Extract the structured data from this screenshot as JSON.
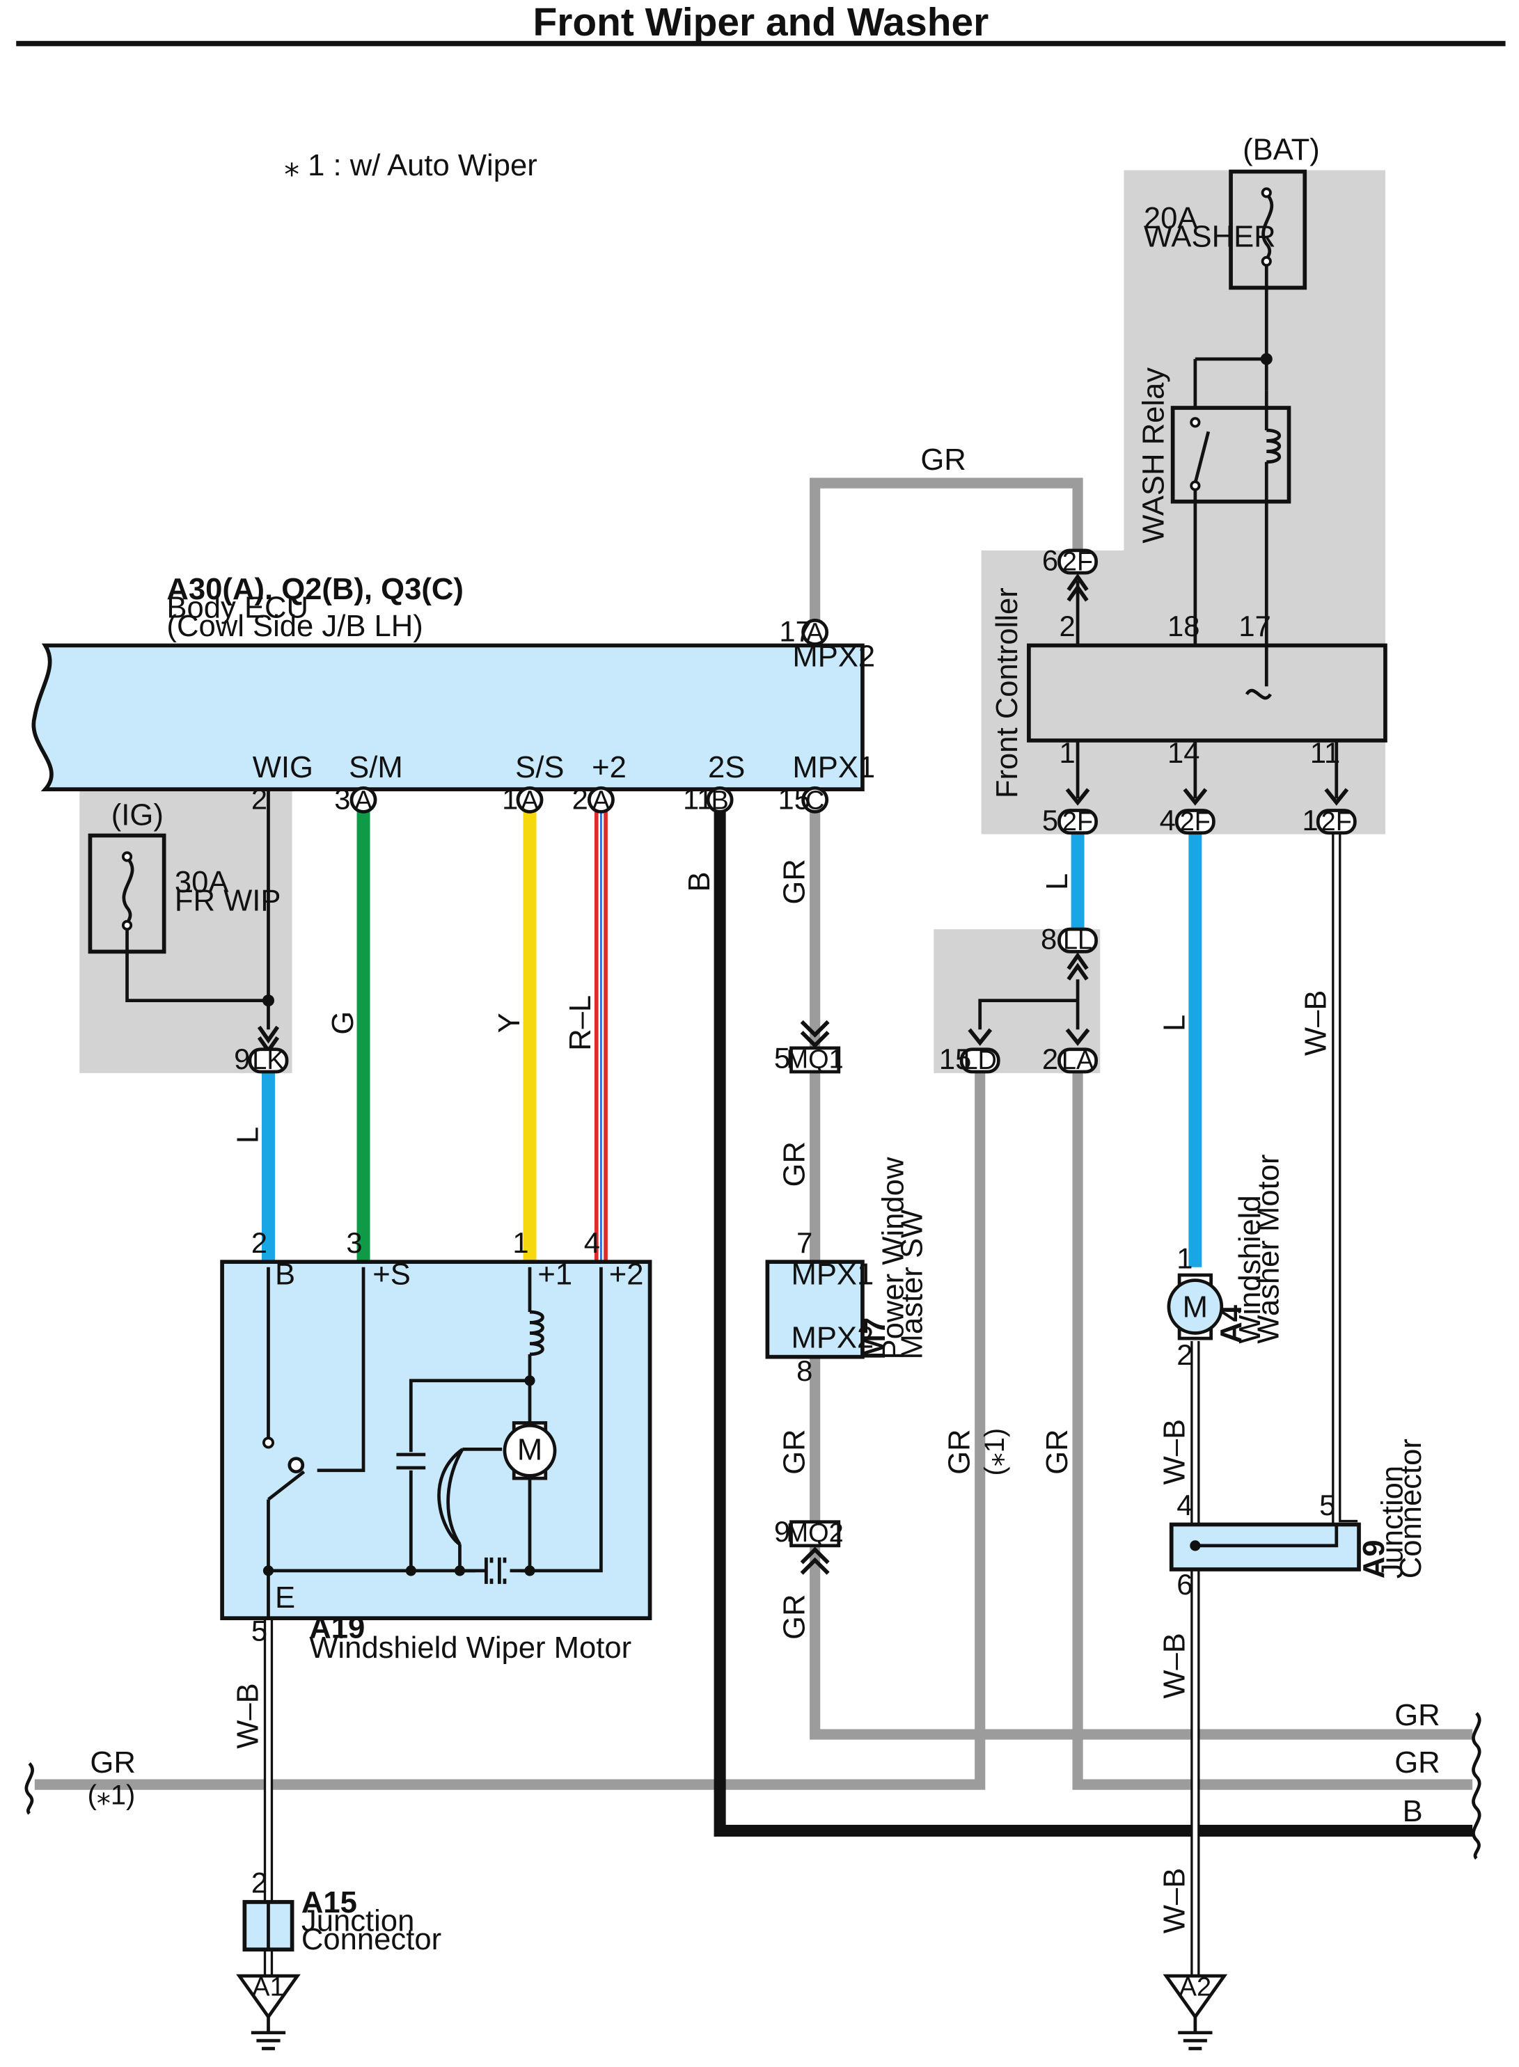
{
  "title": "Front Wiper and Washer",
  "footnote": "⁎ 1 : w/ Auto Wiper",
  "colors": {
    "gray_wire": "#9c9c9c",
    "black_wire": "#111111",
    "blue_wire": "#1aa6e4",
    "green_wire": "#0f9a48",
    "yellow_wire": "#f6d80e",
    "red_wire": "#e02a2a",
    "component_fill": "#c8e9fb",
    "junction_box": "#d3d3d3"
  },
  "power": {
    "bat": "(BAT)",
    "ig": "(IG)",
    "washer_fuse_a": "20A",
    "washer_fuse_b": "WASHER",
    "wip_fuse_a": "30A",
    "wip_fuse_b": "FR WIP"
  },
  "wash_relay": "WASH Relay",
  "front_controller": "Front Controller",
  "body_ecu": {
    "code": "A30(A), Q2(B), Q3(C)",
    "name": "Body ECU",
    "loc": "(Cowl Side J/B LH)",
    "mpx2": "MPX2",
    "terms": {
      "wig": "WIG",
      "sm": "S/M",
      "ss": "S/S",
      "p2": "+2",
      "s2": "2S",
      "mpx1": "MPX1"
    }
  },
  "pins": {
    "ecu_17": "17",
    "ecu_17_c": "A",
    "ecu_2": "2",
    "ecu_3": "3",
    "ecu_3_c": "A",
    "ecu_1": "1",
    "ecu_1_c": "A",
    "ecu_2b": "2",
    "ecu_2b_c": "A",
    "ecu_11": "11",
    "ecu_11_c": "B",
    "ecu_15": "15",
    "ecu_15_c": "C",
    "lk": "9",
    "lk_c": "LK",
    "f6": "6",
    "f6_c": "2F",
    "fc_2": "2",
    "fc_18": "18",
    "fc_17": "17",
    "fc_1": "1",
    "fc_14": "14",
    "fc_11": "11",
    "f5": "5",
    "f5_c": "2F",
    "f4": "4",
    "f4_c": "2F",
    "f1": "1",
    "f1_c": "2F",
    "ll": "8",
    "ll_c": "LL",
    "ld": "15",
    "ld_c": "LD",
    "la": "2",
    "la_c": "LA",
    "mq1": "5",
    "mq1_c": "MQ1",
    "mq2": "9",
    "mq2_c": "MQ2",
    "m7_7": "7",
    "m7_8": "8",
    "wm_2": "2",
    "wm_3": "3",
    "wm_1": "1",
    "wm_4": "4",
    "wm_5": "5",
    "a4_1": "1",
    "a4_2": "2",
    "a9_4": "4",
    "a9_5": "5",
    "a9_6": "6",
    "a15_2": "2"
  },
  "wire_labels": {
    "gr_top": "GR",
    "b_ecu": "B",
    "gr_ecu": "GR",
    "l_lk": "L",
    "g": "G",
    "y": "Y",
    "rl": "R–L",
    "l_fc": "L",
    "l_washer": "L",
    "wb_top": "W–B",
    "gr_m7a": "GR",
    "gr_m7b": "GR",
    "gr_m7c": "GR",
    "gr_ld": "GR",
    "gr_ld_note": "(⁎1)",
    "gr_la": "GR",
    "wb_a4": "W–B",
    "wb_a9": "W–B",
    "wb_a2": "W–B",
    "wb_wiper": "W–B",
    "gr_left": "GR",
    "gr_left_note": "(⁎1)",
    "gr_r1": "GR",
    "gr_r2": "GR",
    "b_r": "B"
  },
  "wiper_motor": {
    "code": "A19",
    "name": "Windshield Wiper Motor",
    "b": "B",
    "s": "+S",
    "p1": "+1",
    "p2": "+2",
    "e": "E",
    "m": "M"
  },
  "pw_switch": {
    "code": "M7",
    "name_a": "Power Window",
    "name_b": "Master SW",
    "mpx1": "MPX1",
    "mpx2": "MPX2"
  },
  "washer_motor": {
    "code": "A4",
    "name_a": "Windshield",
    "name_b": "Washer Motor",
    "m": "M"
  },
  "jc_a9": {
    "code": "A9",
    "name_a": "Junction",
    "name_b": "Connector"
  },
  "jc_a15": {
    "code": "A15",
    "name_a": "Junction",
    "name_b": "Connector"
  },
  "grounds": {
    "a1": "A1",
    "a2": "A2"
  }
}
